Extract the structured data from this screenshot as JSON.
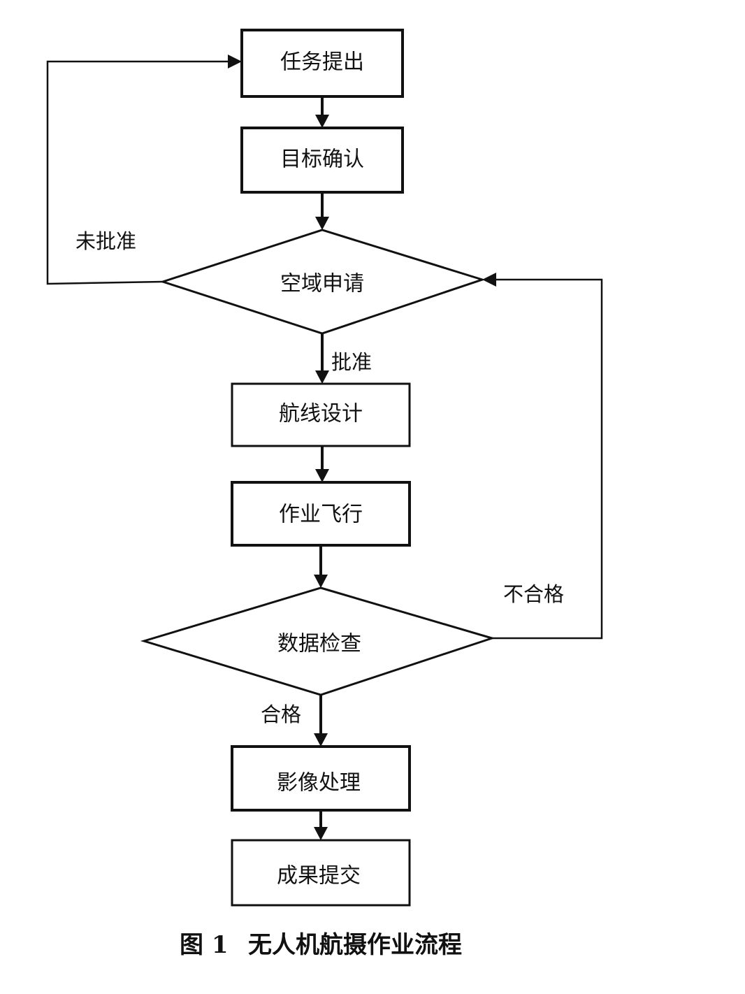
{
  "diagram": {
    "nodes": {
      "task": "任务提出",
      "target": "目标确认",
      "airspace": "空域申请",
      "route": "航线设计",
      "flight": "作业飞行",
      "check": "数据检查",
      "process": "影像处理",
      "deliver": "成果提交"
    },
    "edges": {
      "not_approved": "未批准",
      "approved": "批准",
      "failed": "不合格",
      "passed": "合格"
    }
  },
  "caption": {
    "number": "图 1",
    "title": "无人机航摄作业流程"
  },
  "colors": {
    "line": "#111111",
    "background": "#ffffff"
  }
}
